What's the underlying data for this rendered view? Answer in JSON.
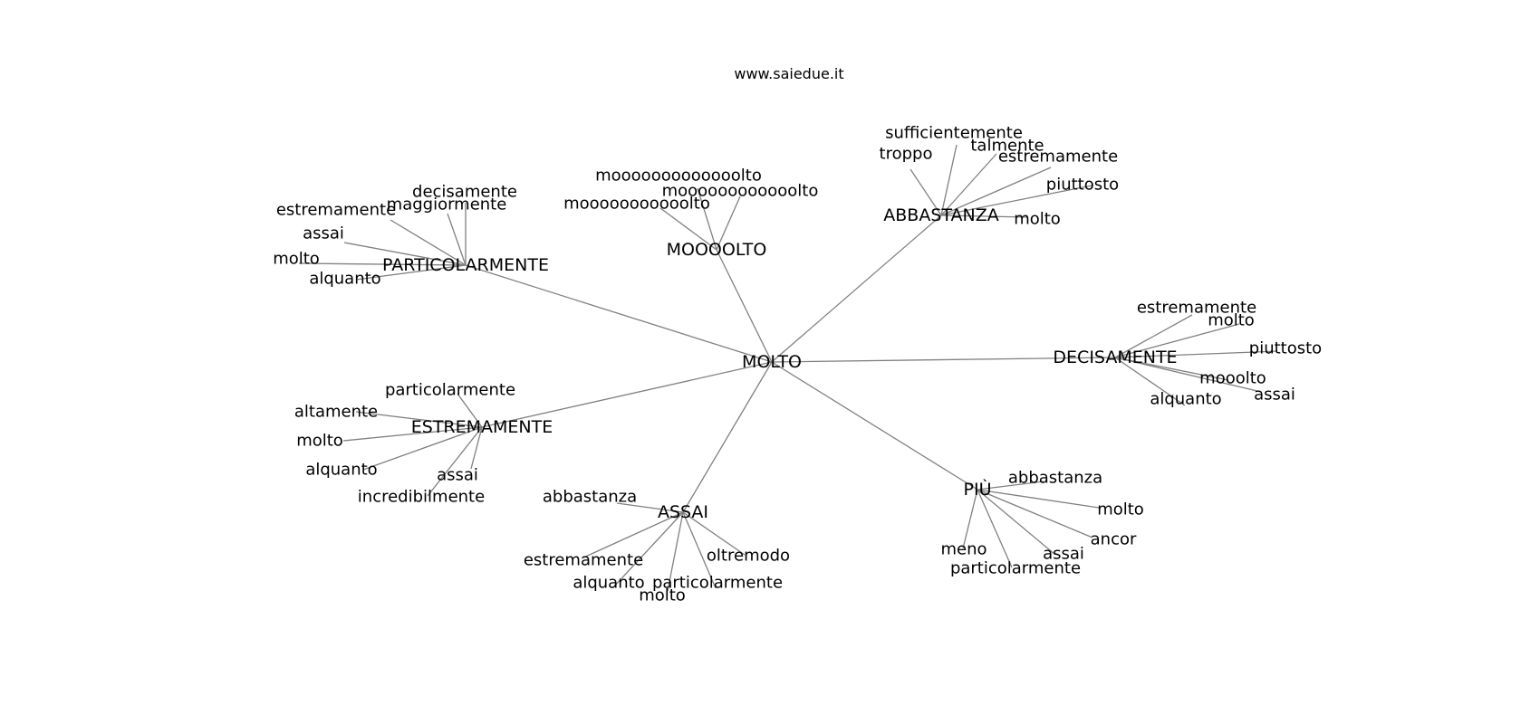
{
  "title": "www.saiedue.it",
  "colors": {
    "edge": "#808080",
    "text": "#000000",
    "background": "#ffffff"
  },
  "root": "MOLTO",
  "clusters": [
    {
      "label": "PARTICOLARMENTE",
      "leaves": [
        "decisamente",
        "estremamente",
        "maggiormente",
        "assai",
        "molto",
        "alquanto"
      ]
    },
    {
      "label": "MOOOOLTO",
      "leaves": [
        "mooooooooooooolto",
        "moooooooooooolto",
        "mooooooooooolto"
      ]
    },
    {
      "label": "ABBASTANZA",
      "leaves": [
        "sufficientemente",
        "troppo",
        "talmente",
        "estremamente",
        "piuttosto",
        "molto"
      ]
    },
    {
      "label": "DECISAMENTE",
      "leaves": [
        "estremamente",
        "molto",
        "piuttosto",
        "mooolto",
        "alquanto",
        "assai"
      ]
    },
    {
      "label": "ESTREMAMENTE",
      "leaves": [
        "particolarmente",
        "altamente",
        "molto",
        "alquanto",
        "assai",
        "incredibilmente"
      ]
    },
    {
      "label": "ASSAI",
      "leaves": [
        "abbastanza",
        "estremamente",
        "oltremodo",
        "alquanto",
        "particolarmente",
        "molto"
      ]
    },
    {
      "label": "PIÙ",
      "leaves": [
        "abbastanza",
        "molto",
        "ancor",
        "meno",
        "assai",
        "particolarmente"
      ]
    }
  ]
}
